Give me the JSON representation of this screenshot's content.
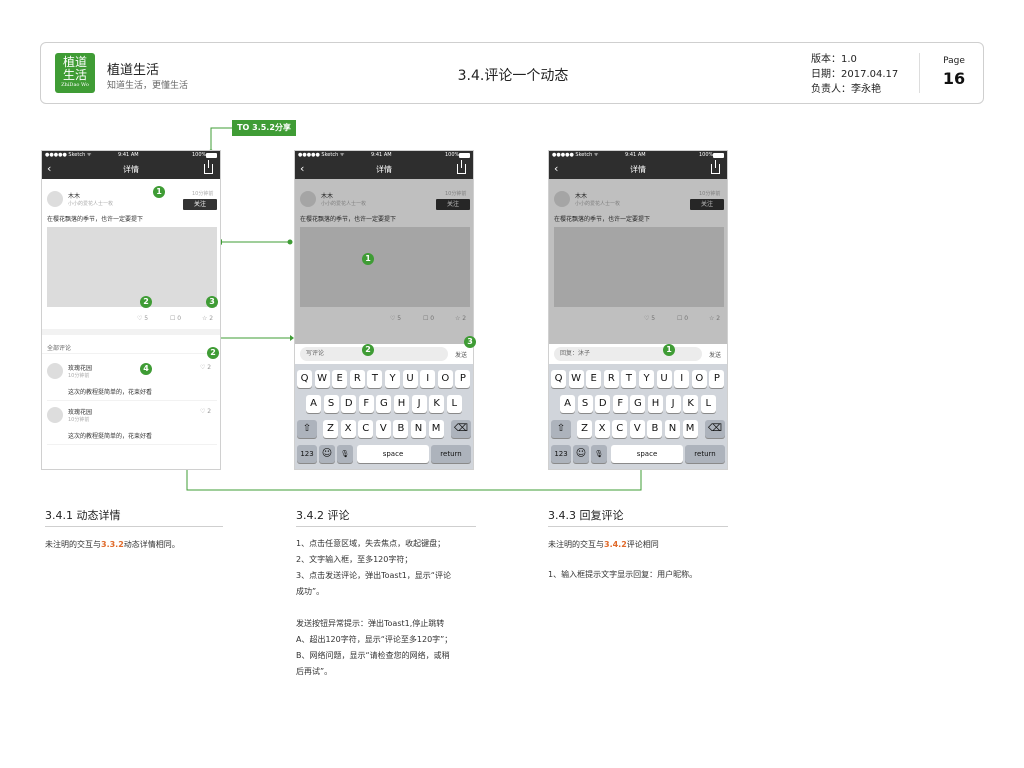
{
  "header": {
    "logo_line1": "植道",
    "logo_line2": "生活",
    "logo_line3": "ZhiDao Wo",
    "brand_title": "植道生活",
    "brand_sub": "知道生活，更懂生活",
    "page_title": "3.4.评论一个动态",
    "version": "版本：1.0",
    "date": "日期：2017.04.17",
    "owner": "负责人：李永艳",
    "page_label": "Page",
    "page_number": "16"
  },
  "to_button": "TO 3.5.2分享",
  "status_bar": {
    "carrier": "●●●●● Sketch ᯤ",
    "time": "9:41 AM",
    "battery": "100%"
  },
  "nav": {
    "title": "详情"
  },
  "post": {
    "author": "木木",
    "author_sub": "小小的爱花人士一枚",
    "time": "10分钟前",
    "follow": "关注",
    "text": "在樱花飘落的季节，也许一定要提下",
    "likes": "5",
    "comments": "0",
    "favorites": "2"
  },
  "comments_section": {
    "label": "全部评论",
    "items": [
      {
        "name": "玫瑰花园",
        "time": "10分钟前",
        "text": "这次的教程挺简单的，花束好看",
        "likes": "2"
      },
      {
        "name": "玫瑰花园",
        "time": "10分钟前",
        "text": "这次的教程挺简单的，花束好看",
        "likes": "2"
      }
    ]
  },
  "comment_input": {
    "placeholder": "写评论",
    "send": "发送"
  },
  "reply_input": {
    "placeholder": "回复：沐子",
    "send": "发送"
  },
  "keyboard": {
    "row1": [
      "Q",
      "W",
      "E",
      "R",
      "T",
      "Y",
      "U",
      "I",
      "O",
      "P"
    ],
    "row2": [
      "A",
      "S",
      "D",
      "F",
      "G",
      "H",
      "J",
      "K",
      "L"
    ],
    "row3": [
      "Z",
      "X",
      "C",
      "V",
      "B",
      "N",
      "M"
    ],
    "num": "123",
    "space": "space",
    "return": "return"
  },
  "badges": {
    "s1": [
      "1",
      "2",
      "3",
      "4",
      "2"
    ],
    "s2": [
      "1",
      "2",
      "3"
    ],
    "s3": [
      "1"
    ]
  },
  "sections": [
    {
      "title": "3.4.1 动态详情",
      "line1_pre": "未注明的交互与",
      "line1_hl": "3.3.2",
      "line1_post": "动态详情相同。"
    },
    {
      "title": "3.4.2 评论",
      "lines": [
        "1、点击任意区域，失去焦点，收起键盘；",
        "2、文字输入框，至多120字符；",
        "3、点击发送评论，弹出Toast1，显示“评论",
        "成功”。",
        "",
        "发送按钮异常提示：弹出Toast1,停止跳转",
        "A、超出120字符，显示“评论至多120字”；",
        "B、网络问题，显示“请检查您的网络，或稍",
        "后再试”。"
      ]
    },
    {
      "title": "3.4.3 回复评论",
      "line1_pre": "未注明的交互与",
      "line1_hl": "3.4.2",
      "line1_post": "评论相同",
      "line2": "1、输入框提示文字显示回复：用户昵称。"
    }
  ],
  "colors": {
    "accent": "#3f9c35",
    "highlight": "#e06a2a",
    "dark_bar": "#2e2e2e"
  }
}
